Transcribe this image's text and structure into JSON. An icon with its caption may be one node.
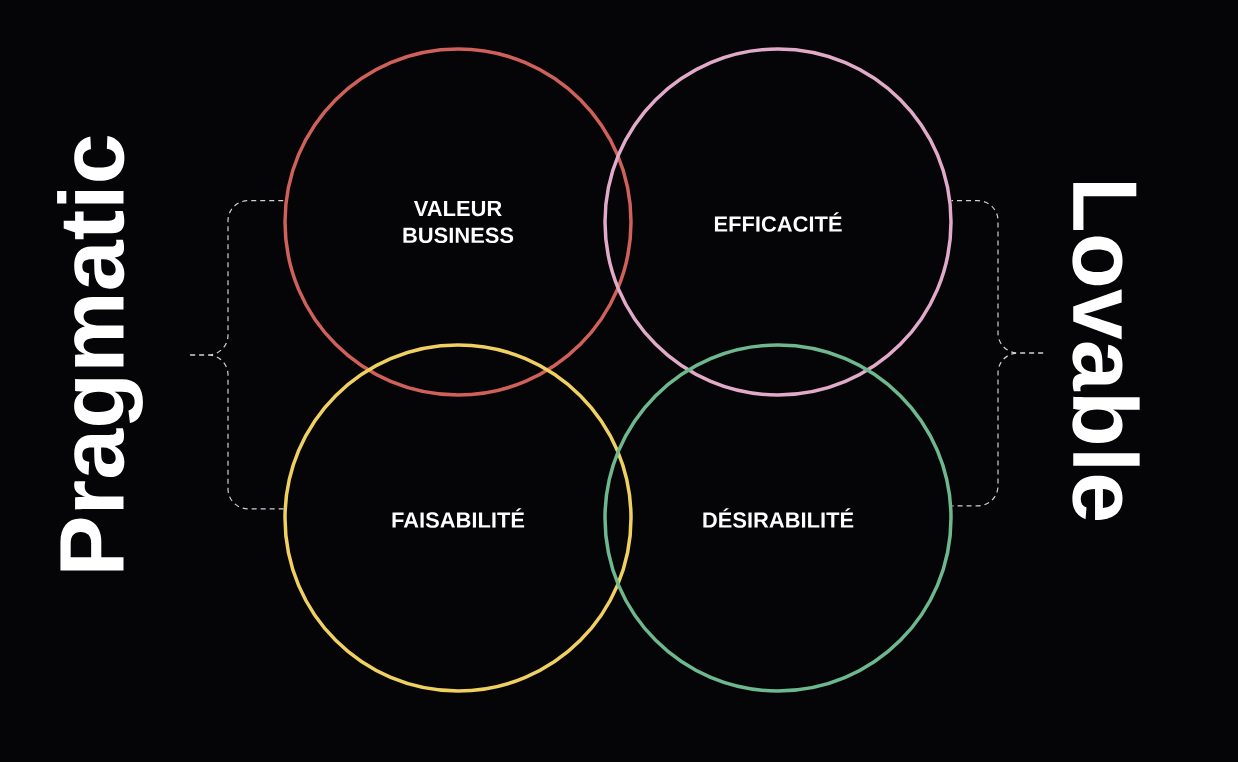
{
  "diagram": {
    "nodes": [
      {
        "text": [
          "VALEUR BUSINESS"
        ]
      },
      {
        "text": [
          "EFFICACITÉ"
        ]
      },
      {
        "text": [
          "FAISABILITÉ"
        ]
      },
      {
        "text": [
          "DÉSIRABILITÉ"
        ]
      },
      {
        "text": [
          "Pragmatic"
        ]
      },
      {
        "text": [
          "Lovable"
        ]
      }
    ],
    "edges": [
      {
        "from": 4,
        "to": 0,
        "arrow": "none",
        "style": "dashed"
      },
      {
        "from": 4,
        "to": 2,
        "arrow": "none",
        "style": "dashed"
      },
      {
        "from": 5,
        "to": 1,
        "arrow": "none",
        "style": "dashed"
      },
      {
        "from": 5,
        "to": 3,
        "arrow": "none",
        "style": "dashed"
      }
    ]
  }
}
